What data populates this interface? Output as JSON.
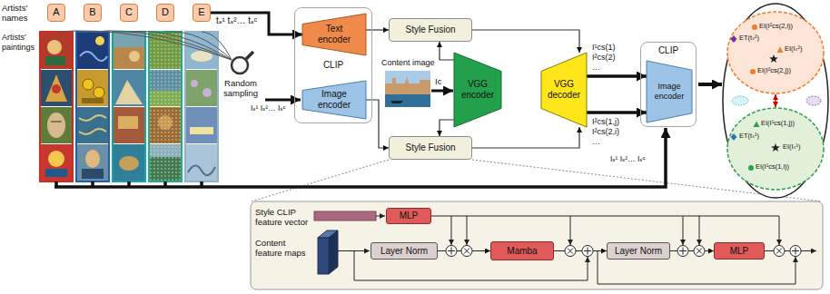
{
  "diagram": {
    "nodes": [
      {
        "text": [
          "A"
        ]
      },
      {
        "text": [
          "B"
        ]
      },
      {
        "text": [
          "C"
        ]
      },
      {
        "text": [
          "D"
        ]
      },
      {
        "text": [
          "E"
        ]
      },
      {
        "text": [
          "CLIP"
        ]
      },
      {
        "text": [
          "Text encoder"
        ],
        "in": 5
      },
      {
        "text": [
          "Image encoder"
        ],
        "in": 5
      },
      {
        "text": [
          "Style Fusion"
        ]
      },
      {
        "text": [
          "VGG encoder"
        ]
      },
      {
        "text": [
          "VGG decoder"
        ]
      },
      {
        "text": [
          "Style Fusion"
        ]
      },
      {
        "text": [
          "CLIP"
        ]
      },
      {
        "text": [
          "Image encoder"
        ],
        "in": 12
      },
      {
        "text": [
          "ET(tₛ²)",
          "EI(I²cs(2,i))",
          "EI(Iₛ²)",
          "EI(I²cs(2,j))"
        ]
      },
      {
        "text": [
          "ET(tₛ¹)",
          "EI(I¹cs(1,j))",
          "EI(Iₛ¹)",
          "EI(I¹cs(1,i))"
        ]
      },
      {
        "text": [
          "MLP"
        ]
      },
      {
        "text": [
          "Layer Norm"
        ]
      },
      {
        "text": [
          "Mamba"
        ]
      },
      {
        "text": [
          "Layer Norm"
        ]
      },
      {
        "text": [
          "MLP"
        ]
      }
    ],
    "edges": [
      {
        "from": 4,
        "to": 6,
        "arrow": "to",
        "label": "tₛ¹ tₛ²… tₛᶜ"
      },
      {
        "from": 6,
        "to": 8,
        "arrow": "to"
      },
      {
        "from": 7,
        "to": 11,
        "arrow": "to"
      },
      {
        "from": 9,
        "to": 8,
        "arrow": "to"
      },
      {
        "from": 9,
        "to": 11,
        "arrow": "to"
      },
      {
        "from": 8,
        "to": 10,
        "arrow": "to"
      },
      {
        "from": 11,
        "to": 10,
        "arrow": "to"
      },
      {
        "from": 10,
        "to": 13,
        "arrow": "to"
      },
      {
        "from": 10,
        "to": 13,
        "arrow": "to"
      },
      {
        "from": 14,
        "to": 15,
        "arrow": "both"
      },
      {
        "from": 17,
        "to": 18,
        "arrow": "to"
      },
      {
        "from": 18,
        "to": 19,
        "arrow": "to"
      },
      {
        "from": 19,
        "to": 20,
        "arrow": "to"
      }
    ],
    "labels": [
      "Artists' names",
      "Artists' paintings",
      "Random sampling",
      "Iₛ¹ Iₛ²… Iₛᶜ",
      "Content image",
      "Ic",
      "I¹cs(1)",
      "I²cs(2)",
      "…",
      "I²cs(1,j)",
      "I²cs(2,i)",
      "…",
      "Iₛ¹ Iₛ²… Iₛᶜ",
      "Style CLIP feature vector",
      "Content feature maps"
    ]
  }
}
